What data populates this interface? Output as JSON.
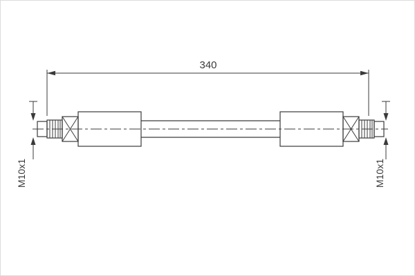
{
  "drawing": {
    "type": "technical-drawing",
    "subject": "brake-hose-side-view",
    "length_dimension_label": "340",
    "left_thread_label": "M10x1",
    "right_thread_label": "M10x1",
    "line_color": "#3a3a3a",
    "background_color": "#ffffff"
  }
}
